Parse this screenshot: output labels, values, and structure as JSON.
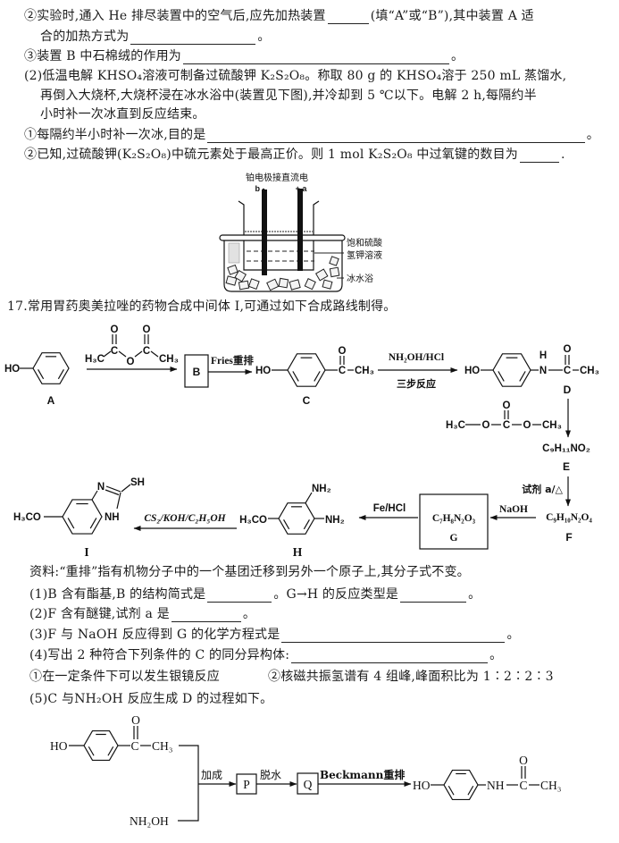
{
  "q16": {
    "l1a": "②实验时,通入 He 排尽装置中的空气后,应先加热装置",
    "l1b": "(填“A”或“B”),其中装置 A 适",
    "l2": "合的加热方式为",
    "l2_end": "。",
    "l3": "③装置 B 中石棉绒的作用为",
    "l3_end": "。",
    "p2_l1": "(2)低温电解 KHSO₄溶液可制备过硫酸钾 K₂S₂O₈。称取 80 g 的 KHSO₄溶于 250 mL 蒸馏水,",
    "p2_l2": "再倒入大烧杯,大烧杯浸在冰水浴中(装置见下图),并冷却到 5 ℃以下。电解 2 h,每隔约半",
    "p2_l3": "小时补一次冰直到反应结束。",
    "s1": "①每隔约半小时补一次冰,目的是",
    "s1_end": "。",
    "s2": "②已知,过硫酸钾(K₂S₂O₈)中硫元素处于最高正价。则 1 mol K₂S₂O₈ 中过氧键的数目为",
    "s2_end": "."
  },
  "apparatus": {
    "title": "铂电极接直流电",
    "cathode_label": "b -",
    "anode_label": "+ a",
    "solution_label_1": "饱和硫酸",
    "solution_label_2": "氢钾溶液",
    "bath_label": "冰水浴"
  },
  "q17": {
    "title": "17.常用胃药奥美拉唑的药物合成中间体 I,可通过如下合成路线制得。",
    "compound_A": {
      "label": "A",
      "substituent": "HO"
    },
    "reagent_A_B": {
      "left": "H₃C",
      "c1": "C",
      "o1": "O",
      "bridge_o": "O",
      "c2": "C",
      "o2": "O",
      "right": "CH₃"
    },
    "compound_B": {
      "label": "B"
    },
    "step_B_C": "Fries重排",
    "compound_C": {
      "label": "C",
      "substituent": "HO",
      "carbonyl_c": "C",
      "carbonyl_o": "O",
      "methyl": "CH₃"
    },
    "step_C_D": {
      "above": "NH₂OH/HCl",
      "below": "三步反应"
    },
    "compound_D": {
      "label": "D",
      "substituent": "HO",
      "n": "N",
      "h": "H",
      "carbonyl_c": "C",
      "carbonyl_o": "O",
      "methyl": "CH₃"
    },
    "reagent_D_E": {
      "left": "H₃C",
      "o1": "O",
      "c": "C",
      "o_top": "O",
      "o2": "O",
      "right": "CH₃"
    },
    "compound_E": {
      "label": "E",
      "formula": "C₉H₁₁NO₂"
    },
    "step_E_F": "试剂 a/△",
    "compound_F": {
      "label": "F",
      "formula": "C₉H₁₀N₂O₄"
    },
    "step_F_G": "NaOH",
    "compound_G": {
      "label": "G",
      "formula": "C₇H₈N₂O₃"
    },
    "step_G_H": "Fe/HCl",
    "compound_H": {
      "label": "H",
      "methoxy": "H₃CO",
      "amine_top": "NH₂",
      "amine_right": "NH₂"
    },
    "step_H_I": "CS₂/KOH/C₂H₅OH",
    "compound_I": {
      "label": "I",
      "methoxy": "H₃CO",
      "n": "N",
      "nh": "NH",
      "sh": "SH"
    },
    "note": "资料:“重排”指有机物分子中的一个基团迁移到另外一个原子上,其分子式不变。",
    "q1": {
      "a": "(1)B 含有酯基,B 的结构简式是",
      "b": "。G→H 的反应类型是",
      "end": "。"
    },
    "q2": {
      "a": "(2)F 含有醚键,试剂 a 是",
      "end": "。"
    },
    "q3": {
      "a": "(3)F 与 NaOH 反应得到 G 的化学方程式是",
      "end": "。"
    },
    "q4": {
      "a": "(4)写出 2 种符合下列条件的 C 的同分异构体:",
      "end": "。"
    },
    "conditions": [
      "①在一定条件下可以发生银镜反应",
      "②核磁共振氢谱有 4 组峰,峰面积比为 1∶2∶2∶3"
    ],
    "q5": {
      "a": "(5)C 与NH₂OH 反应生成 D 的过程如下。"
    },
    "q5_scheme": {
      "reactant_1": {
        "substituent": "HO",
        "carbonyl_c": "C",
        "carbonyl_o": "O",
        "methyl": "CH₃"
      },
      "reactant_2": "NH₂OH",
      "step_1": "加成",
      "intermediate_P": "P",
      "step_2": "脱水",
      "intermediate_Q": "Q",
      "step_3": "Beckmann重排",
      "product": {
        "substituent": "HO",
        "nh": "NH",
        "carbonyl_c": "C",
        "carbonyl_o": "O",
        "methyl": "CH₃"
      }
    }
  }
}
